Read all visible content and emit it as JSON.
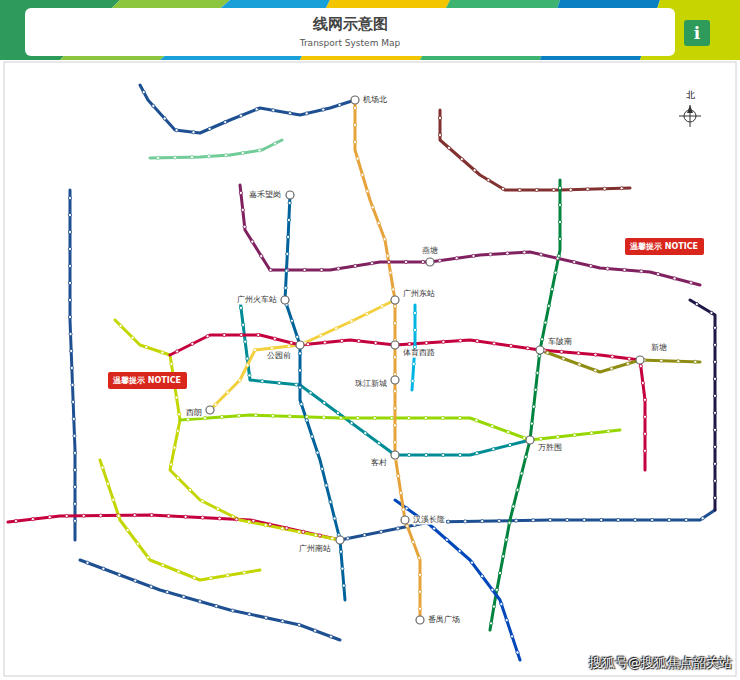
{
  "diagram": {
    "title": "线网示意图",
    "nodes": [
      {
        "text": [
          "温馨提示 NOTICE"
        ]
      },
      {
        "text": [
          "温馨提示 NOTICE"
        ]
      }
    ],
    "labels": [
      "Transport System Map",
      "i",
      "北",
      "机场北",
      "嘉禾望岗",
      "广州火车站",
      "燕塘",
      "广州东站",
      "公园前",
      "体育西路",
      "珠江新城",
      "车陂南",
      "西朗",
      "客村",
      "万胜围",
      "广州南站",
      "汉溪长隆",
      "番禺广场",
      "新塘",
      "搜狐号@搜狐焦点韶关站"
    ]
  }
}
